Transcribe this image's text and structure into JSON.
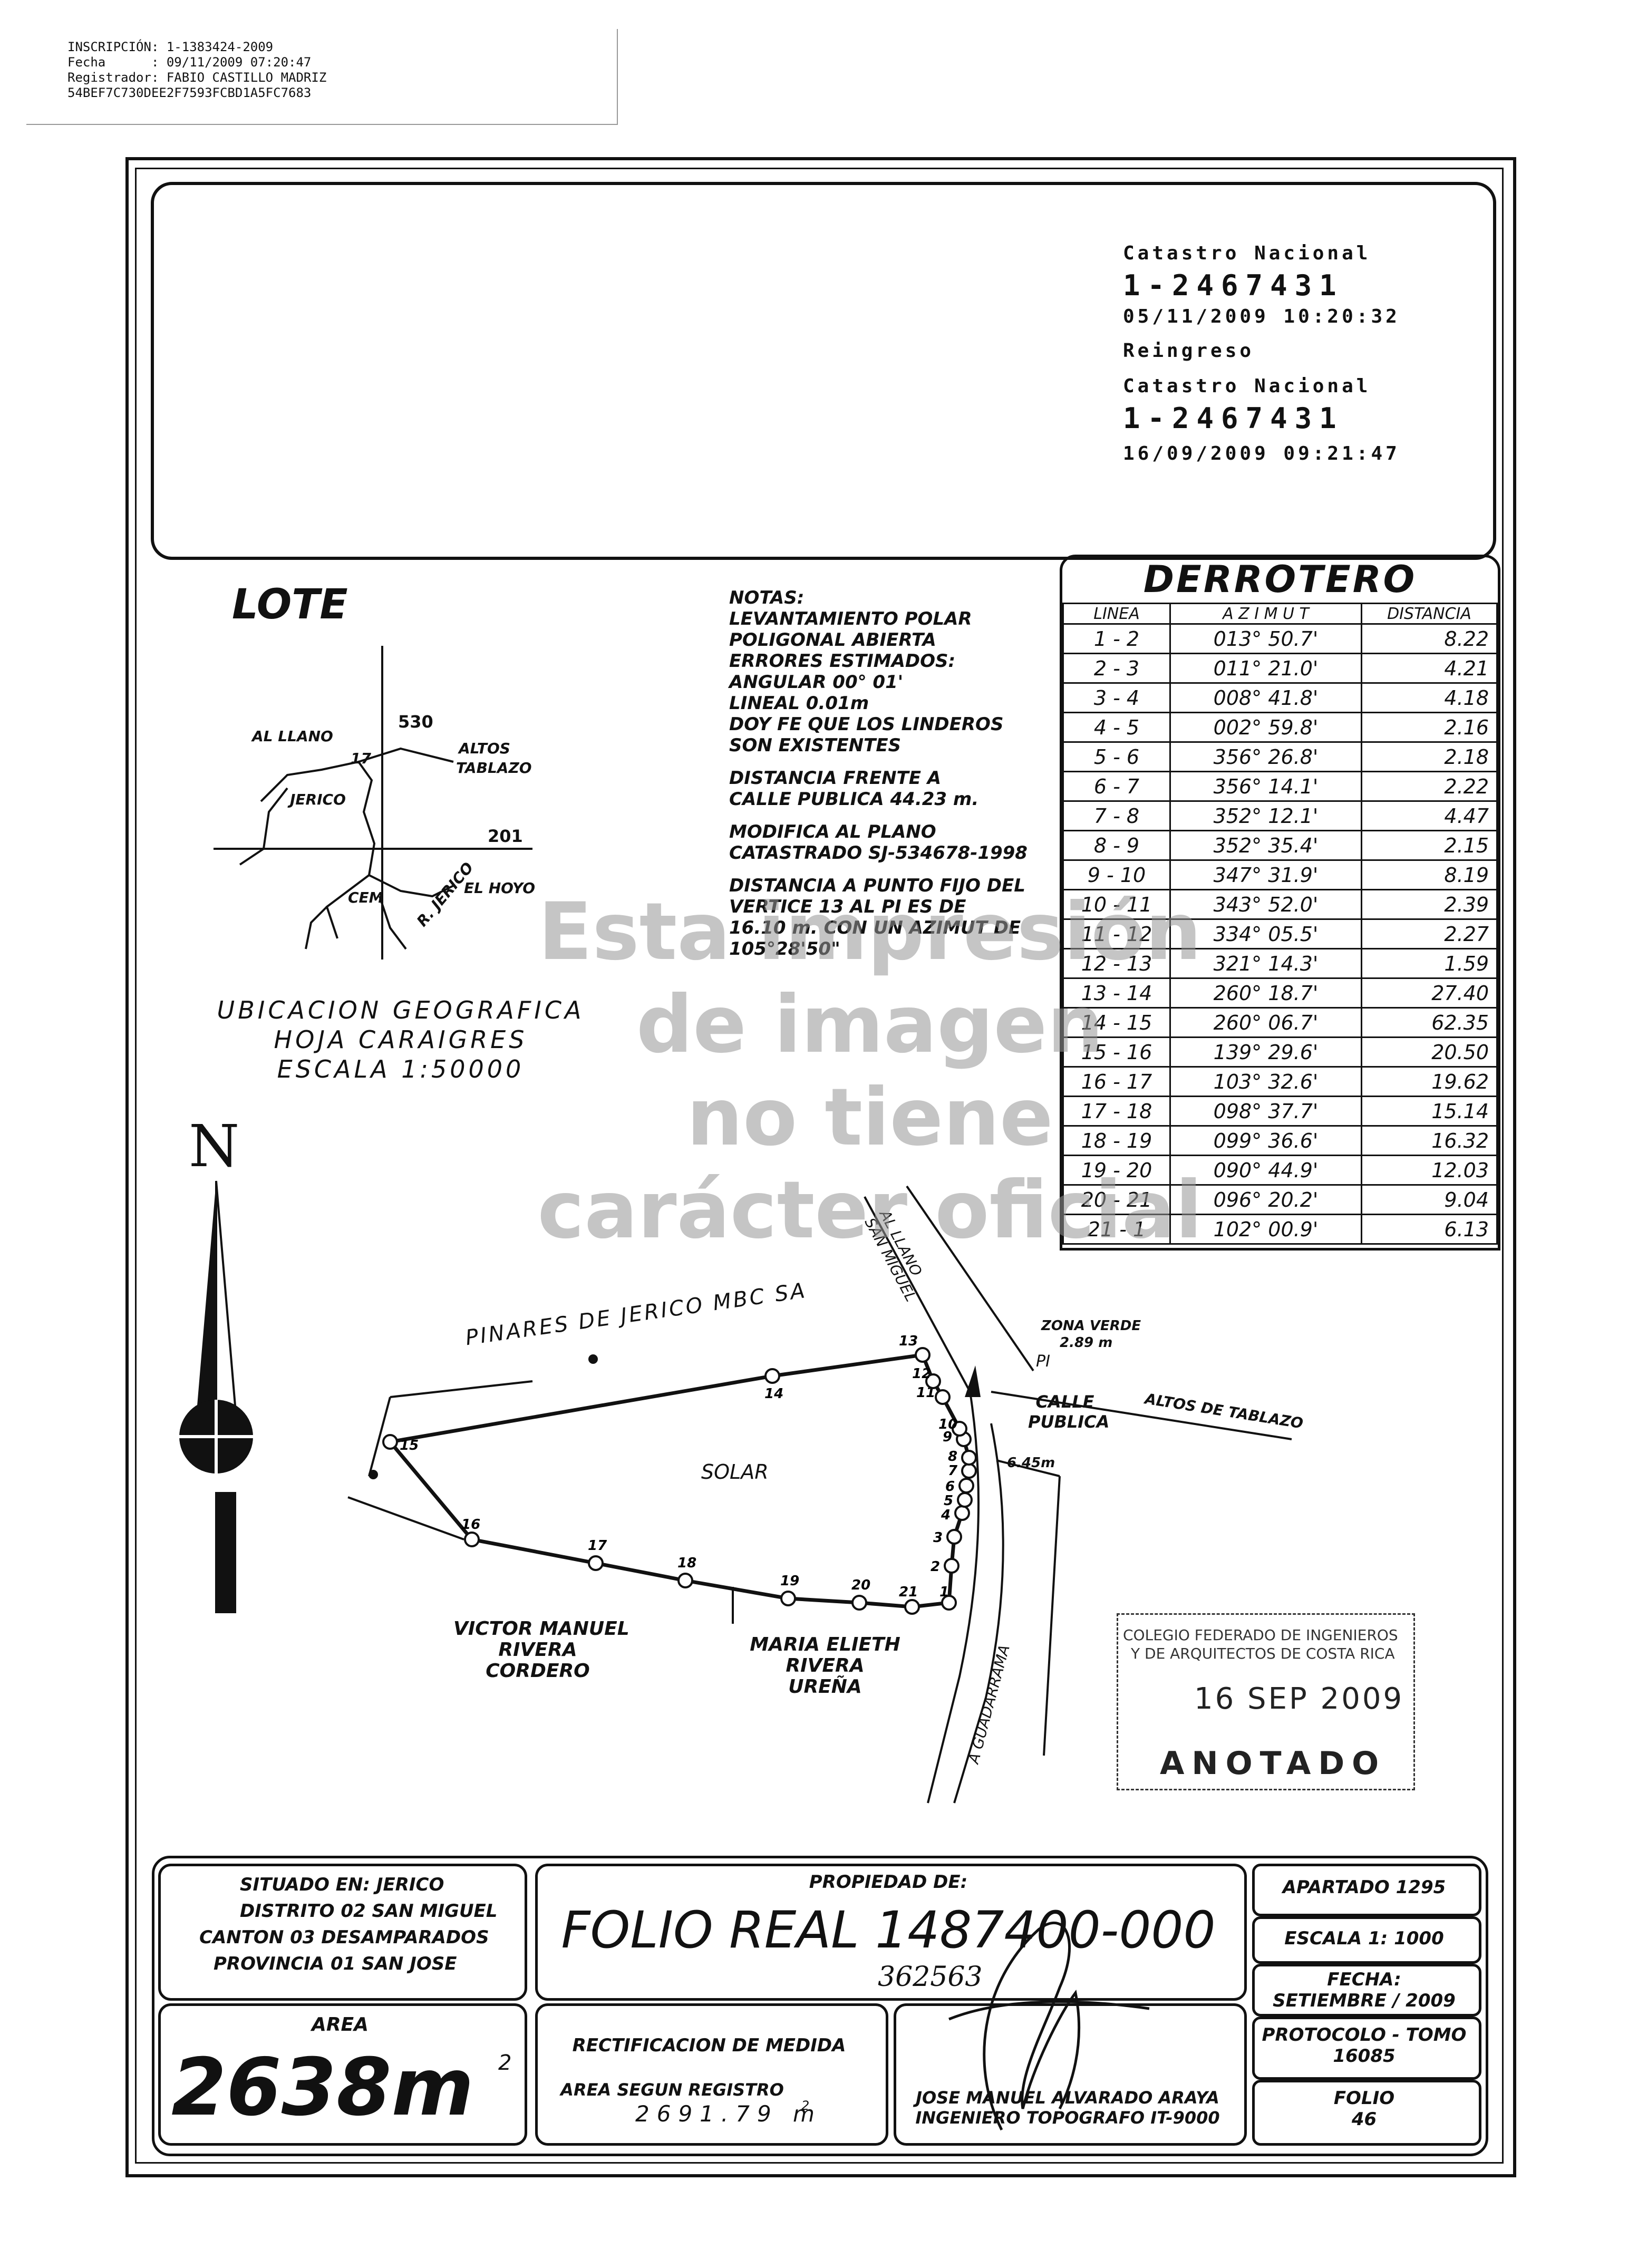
{
  "registration": {
    "lines": [
      "INSCRIPCIÓN: 1-1383424-2009",
      "Fecha      : 09/11/2009 07:20:47",
      "Registrador: FABIO CASTILLO MADRIZ",
      "54BEF7C730DEE2F7593FCBD1A5FC7683"
    ]
  },
  "catastro": {
    "label1": "Catastro Nacional",
    "number1": "1-2467431",
    "datetime1": "05/11/2009 10:20:32",
    "note": "Reingreso",
    "label2": "Catastro Nacional",
    "number2": "1-2467431",
    "datetime2": "16/09/2009 09:21:47"
  },
  "location_map": {
    "title": "LOTE",
    "labels": {
      "al_llano": "AL LLANO",
      "n530": "530",
      "altos": "ALTOS",
      "tablazo": "TABLAZO",
      "jerico": "JERICO",
      "n201": "201",
      "el_hoyo": "EL HOYO",
      "cem": "CEM",
      "r_jerico": "R. JERICO",
      "n17": "17"
    },
    "caption": [
      "UBICACION GEOGRAFICA",
      "HOJA CARAIGRES",
      "ESCALA 1:50000"
    ]
  },
  "notes": {
    "block1": [
      "NOTAS:",
      "LEVANTAMIENTO POLAR",
      "POLIGONAL ABIERTA",
      "ERRORES ESTIMADOS:",
      "ANGULAR 00° 01'",
      "LINEAL 0.01m",
      "DOY FE QUE LOS LINDEROS",
      "SON EXISTENTES"
    ],
    "block2": [
      "DISTANCIA FRENTE A",
      "CALLE PUBLICA 44.23 m."
    ],
    "block3": [
      "MODIFICA AL PLANO",
      "CATASTRADO SJ-534678-1998"
    ],
    "block4": [
      "DISTANCIA A PUNTO FIJO DEL",
      "VERTICE 13 AL PI ES DE",
      "16.10 m. CON UN AZIMUT DE",
      "105°28'50\""
    ]
  },
  "derrotero": {
    "title": "DERROTERO",
    "headers": [
      "LINEA",
      "A Z I M U T",
      "DISTANCIA"
    ],
    "rows": [
      [
        "1 - 2",
        "013° 50.7'",
        "8.22"
      ],
      [
        "2 - 3",
        "011° 21.0'",
        "4.21"
      ],
      [
        "3 - 4",
        "008° 41.8'",
        "4.18"
      ],
      [
        "4 - 5",
        "002° 59.8'",
        "2.16"
      ],
      [
        "5 - 6",
        "356° 26.8'",
        "2.18"
      ],
      [
        "6 - 7",
        "356° 14.1'",
        "2.22"
      ],
      [
        "7 - 8",
        "352° 12.1'",
        "4.47"
      ],
      [
        "8 - 9",
        "352° 35.4'",
        "2.15"
      ],
      [
        "9 - 10",
        "347° 31.9'",
        "8.19"
      ],
      [
        "10 - 11",
        "343° 52.0'",
        "2.39"
      ],
      [
        "11 - 12",
        "334° 05.5'",
        "2.27"
      ],
      [
        "12 - 13",
        "321° 14.3'",
        "1.59"
      ],
      [
        "13 - 14",
        "260° 18.7'",
        "27.40"
      ],
      [
        "14 - 15",
        "260° 06.7'",
        "62.35"
      ],
      [
        "15 - 16",
        "139° 29.6'",
        "20.50"
      ],
      [
        "16 - 17",
        "103° 32.6'",
        "19.62"
      ],
      [
        "17 - 18",
        "098° 37.7'",
        "15.14"
      ],
      [
        "18 - 19",
        "099° 36.6'",
        "16.32"
      ],
      [
        "19 - 20",
        "090° 44.9'",
        "12.03"
      ],
      [
        "20 - 21",
        "096° 20.2'",
        "9.04"
      ],
      [
        "21 - 1",
        "102° 00.9'",
        "6.13"
      ]
    ]
  },
  "watermark": [
    "Esta impresión",
    "de imagen",
    "no tiene",
    "carácter oficial"
  ],
  "plan": {
    "north": "N",
    "neighbor_north": "PINARES DE JERICO MBC SA",
    "solar": "SOLAR",
    "neighbor_sw1": [
      "VICTOR MANUEL",
      "RIVERA",
      "CORDERO"
    ],
    "neighbor_sw2": [
      "MARIA ELIETH",
      "RIVERA",
      "UREÑA"
    ],
    "road_top": [
      "AL LLANO",
      "SAN MIGUEL"
    ],
    "zona_verde": "ZONA VERDE",
    "zona_verde_dist": "2.89 m",
    "pi": "PI",
    "calle": [
      "CALLE",
      "PUBLICA"
    ],
    "altos": "ALTOS DE TABLAZO",
    "width": "6.45m",
    "guadarrama": "A GUADARRAMA",
    "vertices": [
      "1",
      "2",
      "3",
      "4",
      "5",
      "6",
      "7",
      "8",
      "9",
      "10",
      "11",
      "12",
      "13",
      "14",
      "15",
      "16",
      "17",
      "18",
      "19",
      "20",
      "21"
    ]
  },
  "stamp": {
    "line1": "COLEGIO FEDERADO DE INGENIEROS",
    "line2": "Y DE ARQUITECTOS DE COSTA RICA",
    "date": "16 SEP 2009",
    "word": "ANOTADO"
  },
  "title_block": {
    "situado": [
      "SITUADO EN: JERICO",
      "DISTRITO   02 SAN MIGUEL",
      "CANTON   03 DESAMPARADOS",
      "PROVINCIA   01 SAN JOSE"
    ],
    "propiedad_label": "PROPIEDAD DE:",
    "folio": "FOLIO REAL 1487400-000",
    "handwritten": "362563",
    "apartado": "APARTADO 1295",
    "escala": "ESCALA 1: 1000",
    "fecha_label": "FECHA:",
    "fecha": "SETIEMBRE / 2009",
    "area_label": "AREA",
    "area_value": "2638m",
    "area_sup": "2",
    "rectificacion": "RECTIFICACION DE MEDIDA",
    "area_registro_label": "AREA SEGUN REGISTRO",
    "area_registro_value": "2691.79 m",
    "area_registro_sup": "2",
    "engineer": "JOSE MANUEL ALVARADO ARAYA",
    "engineer_title": "INGENIERO TOPOGRAFO IT-9000",
    "protocolo": [
      "PROTOCOLO - TOMO",
      "16085"
    ],
    "folio_label": "FOLIO",
    "folio_num": "46"
  }
}
